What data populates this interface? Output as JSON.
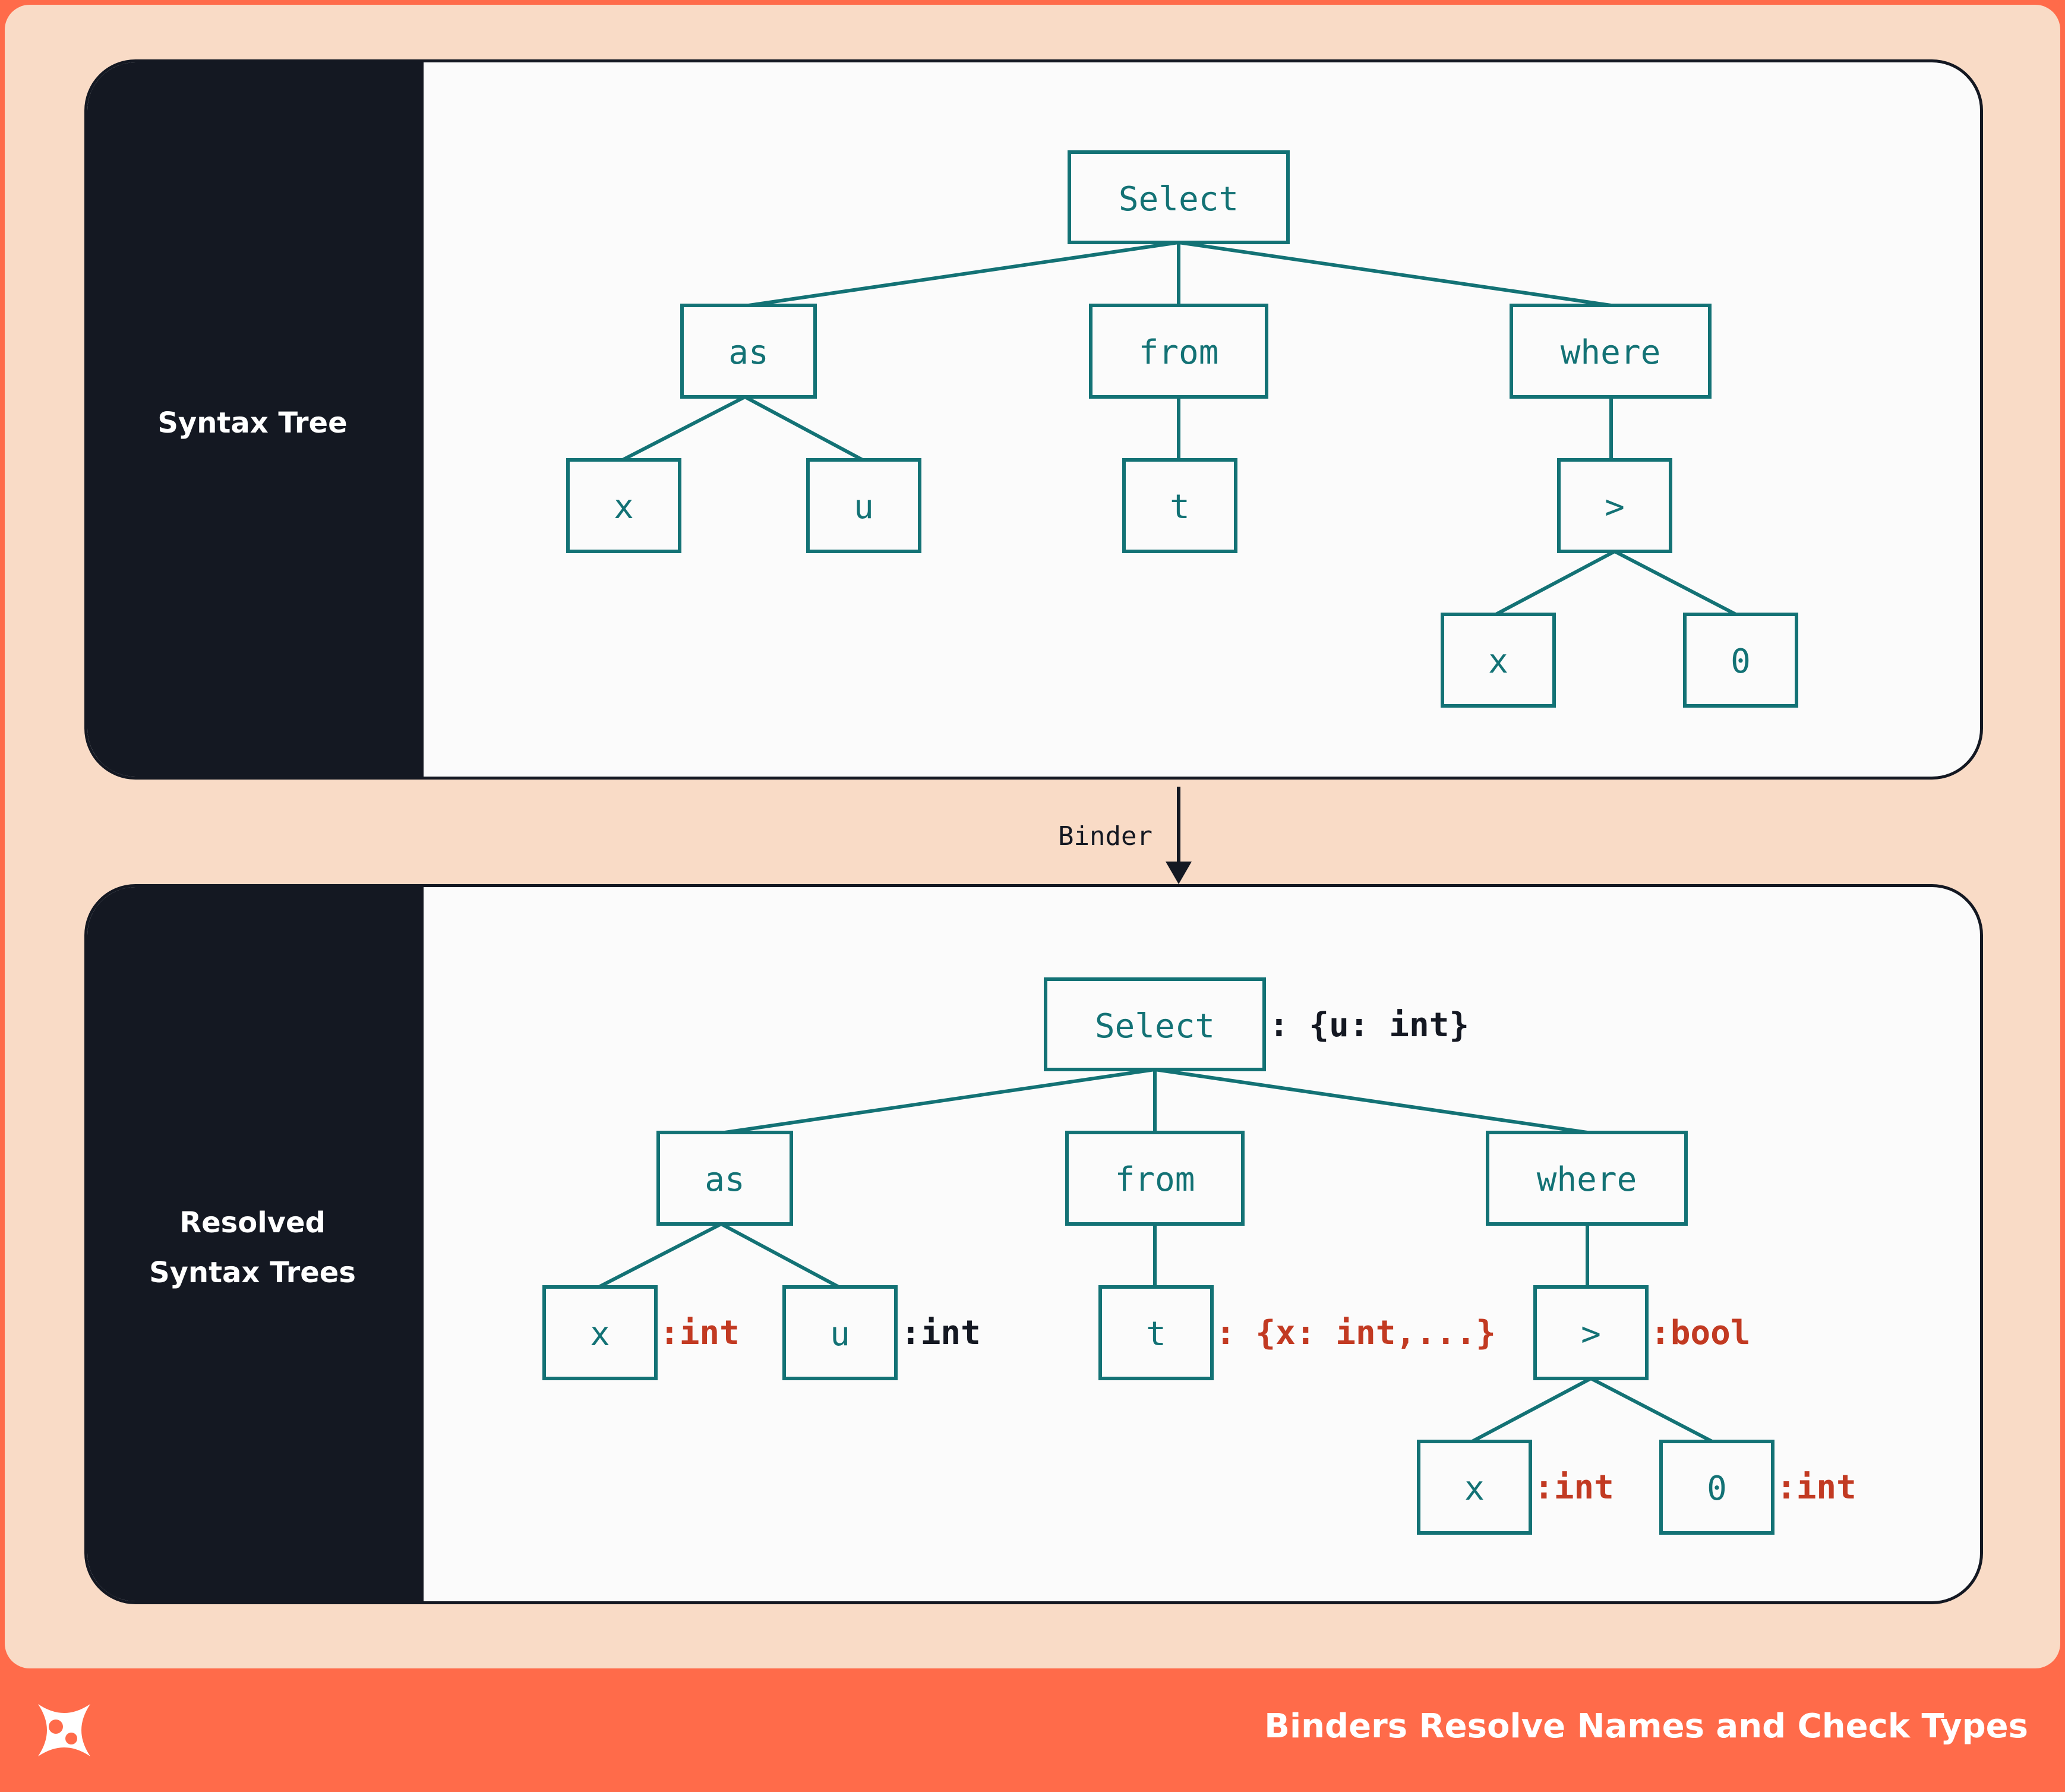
{
  "panels": {
    "top_label": "Syntax Tree",
    "bottom_label": "Resolved\nSyntax Trees"
  },
  "arrow_label": "Binder",
  "tree": {
    "select": "Select",
    "as": "as",
    "from": "from",
    "where": "where",
    "x": "x",
    "u": "u",
    "t": "t",
    "gt": ">",
    "x2": "x",
    "zero": "0"
  },
  "types": {
    "select": ": {u: int}",
    "x": ":int",
    "u": ":int",
    "t": ": {x: int,...}",
    "gt": ":bool",
    "x2": ":int",
    "zero": ":int"
  },
  "footer": {
    "title": "Binders Resolve Names and Check Types"
  },
  "colors": {
    "background": "#ff6b4a",
    "frame": "#f9dbc6",
    "panel_dark": "#141822",
    "node_teal": "#137275",
    "type_red": "#c23a22"
  },
  "icons": [
    "logo-x-icon"
  ]
}
